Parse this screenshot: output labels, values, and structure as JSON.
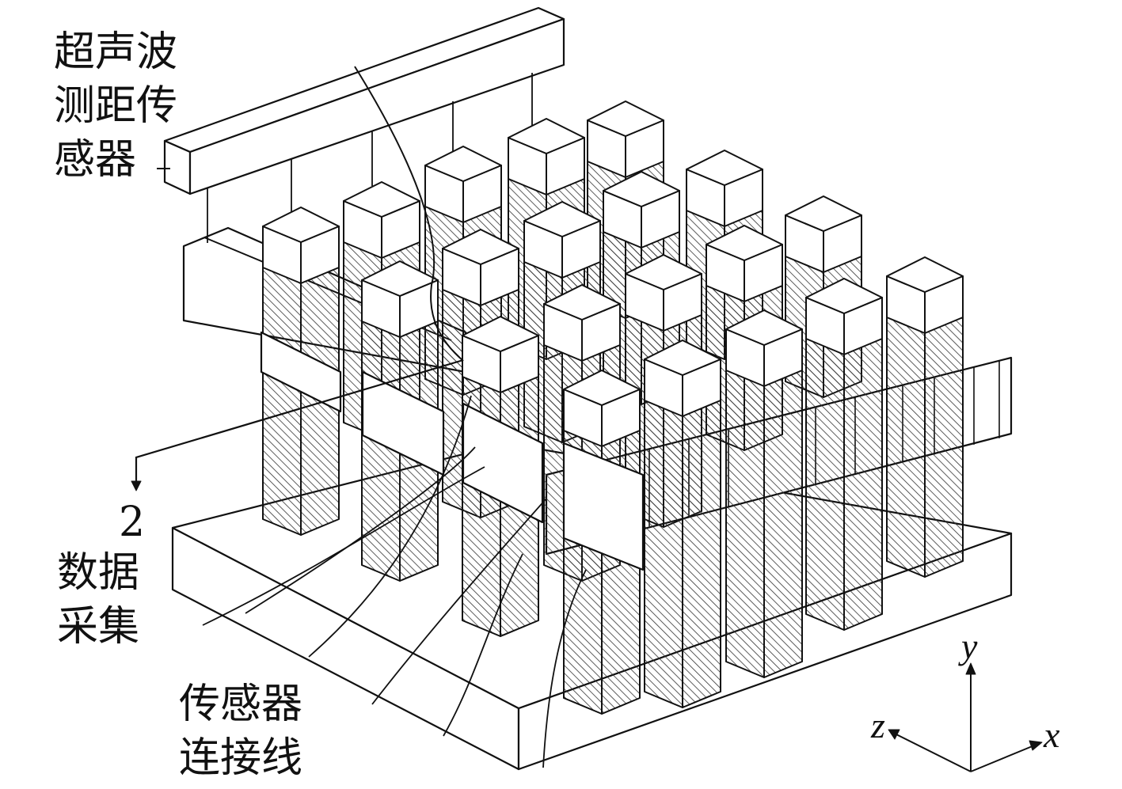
{
  "labels": {
    "ultrasonic_sensor_line1": "超声波",
    "ultrasonic_sensor_line2": "测距传",
    "ultrasonic_sensor_line3": "感器",
    "data_acq_number": "2",
    "data_acq_line1": "数据",
    "data_acq_line2": "采集",
    "connection_line1": "传感器",
    "connection_line2": "连接线"
  },
  "axes": {
    "y": "y",
    "z": "z",
    "x": "x"
  },
  "colors": {
    "stroke": "#111111",
    "face_top": "#ffffff",
    "hatch": "#333333"
  }
}
